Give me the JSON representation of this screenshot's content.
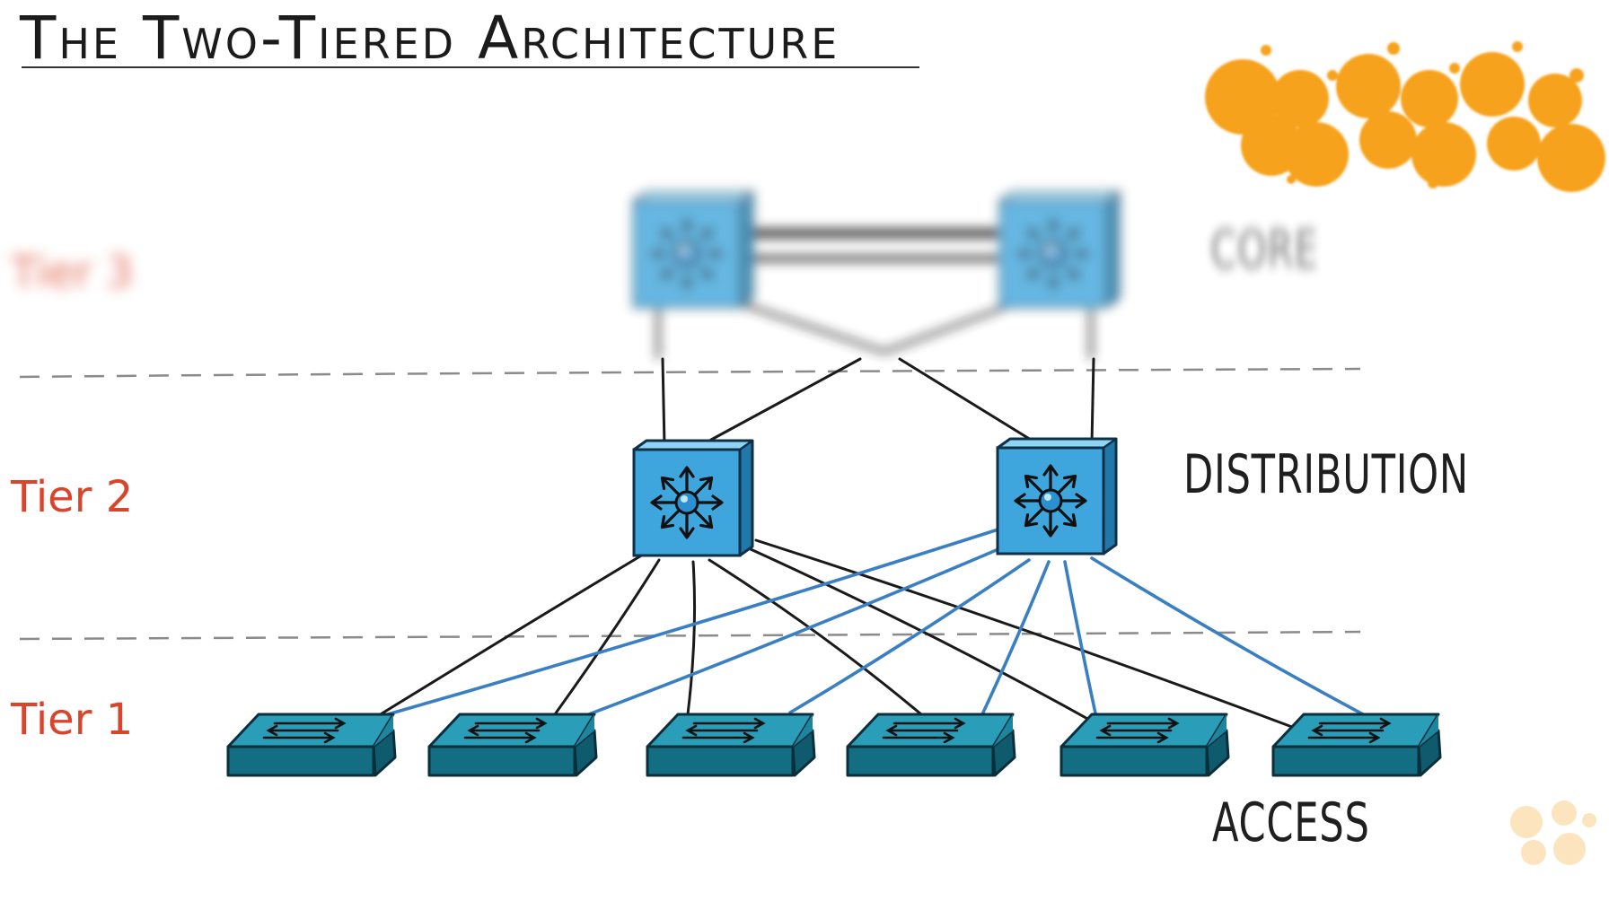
{
  "title": "The Two-Tiered Architecture",
  "tiers": {
    "top": "Tier 3",
    "middle": "Tier 2",
    "bottom": "Tier 1"
  },
  "layers": {
    "top": "CORE",
    "middle": "DISTRIBUTION",
    "bottom": "ACCESS"
  },
  "icons": {
    "multilayer_switch": "multilayer-switch-icon",
    "access_switch": "access-switch-icon",
    "logo": "orange-dots-logo"
  },
  "colors": {
    "tier_label": "#d8452c",
    "switch_blue": "#3fa6dd",
    "access_teal": "#1f8fa8",
    "uplink_blue": "#3a7fc4",
    "link_black": "#1a1a1a",
    "logo_orange": "#f7a21b"
  }
}
